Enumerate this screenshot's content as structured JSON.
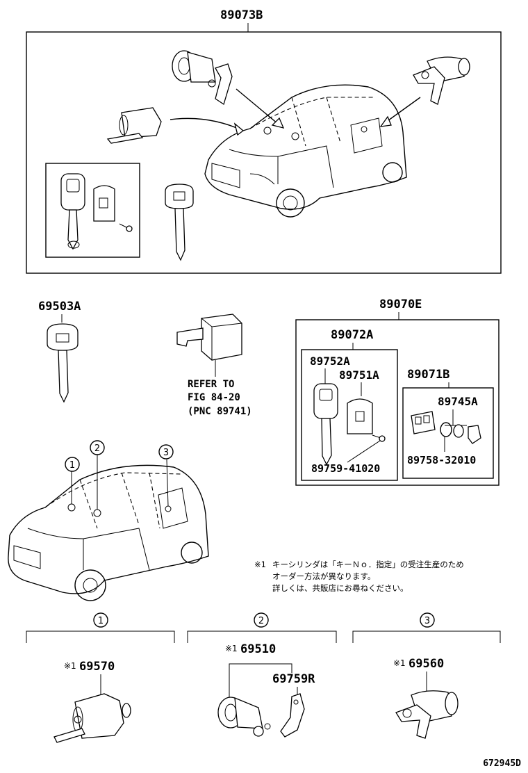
{
  "top": {
    "assembly": "89073B"
  },
  "mid": {
    "key_blank": "69503A",
    "ecu_ref": [
      "REFER TO",
      "FIG 84-20",
      "(PNC 89741)"
    ],
    "kit": "89070E",
    "sub_kit": "89072A",
    "key_blade": "89752A",
    "remote_case": "89751A",
    "screw": "89759-41020",
    "transmitter": "89071B",
    "battery_parts": "89745A",
    "battery_cover": "89758-32010"
  },
  "car_markers": [
    "1",
    "2",
    "3"
  ],
  "note": {
    "mark": "※1",
    "lines": [
      "キーシリンダは「キーＮｏ．指定」の受注生産のため",
      "オーダー方法が異なります。",
      "詳しくは、共販店にお尋ねください。"
    ]
  },
  "groups": [
    {
      "num": "1",
      "mark": "※1",
      "part": "69570"
    },
    {
      "num": "2",
      "mark": "※1",
      "part": "69510",
      "sub_part": "69759R"
    },
    {
      "num": "3",
      "mark": "※1",
      "part": "69560"
    }
  ],
  "drawing_id": "672945D"
}
